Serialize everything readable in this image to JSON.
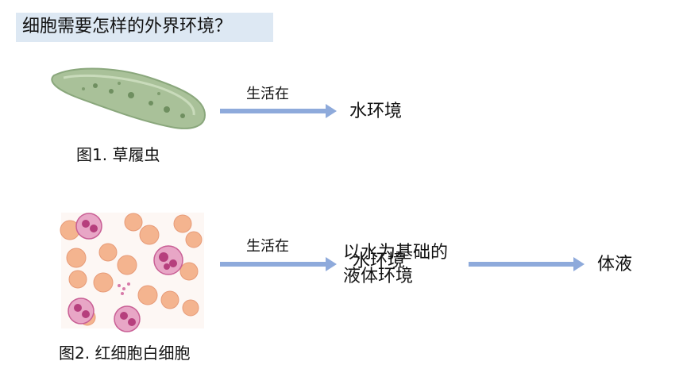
{
  "slide": {
    "title": "细胞需要怎样的外界环境？",
    "row1": {
      "caption": "图1. 草履虫",
      "arrow_label": "生活在",
      "result": "水环境",
      "arrow_color": "#8eaadb"
    },
    "row2": {
      "caption": "图2. 红细胞白细胞",
      "arrow_label": "生活在",
      "result_line1": "以水为基础的",
      "result_line2": "液体环境",
      "overlapped_text": "水环境",
      "final": "体液",
      "arrow_color": "#8eaadb"
    },
    "colors": {
      "title_bg": "#dde8f3",
      "paramecium": "#9fb98f",
      "red_cell": "#f4b48f",
      "white_cell": "#d77aa8"
    }
  }
}
